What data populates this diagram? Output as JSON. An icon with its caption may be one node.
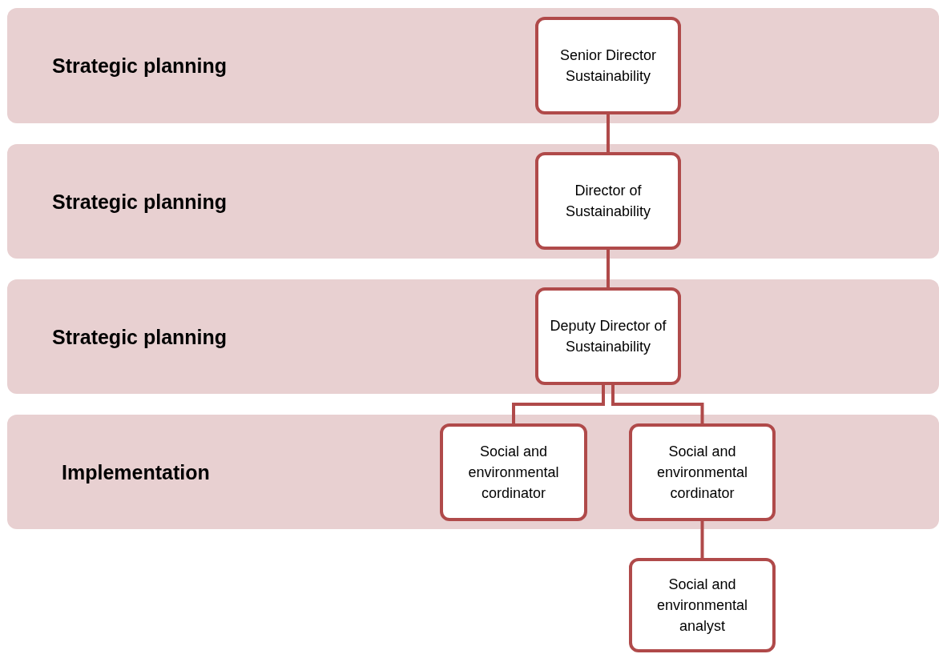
{
  "diagram": {
    "nodes": [
      {
        "text": [
          "Strategic planning"
        ]
      },
      {
        "text": [
          "Senior Director Sustainability"
        ],
        "in": 0
      },
      {
        "text": [
          "Strategic planning"
        ]
      },
      {
        "text": [
          "Director of Sustainability"
        ],
        "in": 2
      },
      {
        "text": [
          "Strategic planning"
        ]
      },
      {
        "text": [
          "Deputy Director of Sustainability"
        ],
        "in": 4
      },
      {
        "text": [
          "Implementation"
        ]
      },
      {
        "text": [
          "Social and environmental cordinator"
        ],
        "in": 6
      },
      {
        "text": [
          "Social and environmental cordinator"
        ],
        "in": 6
      },
      {
        "text": [
          "Social and environmental analyst"
        ]
      }
    ],
    "edges": [
      {
        "from": 1,
        "to": 3,
        "arrow": "none"
      },
      {
        "from": 3,
        "to": 5,
        "arrow": "none"
      },
      {
        "from": 5,
        "to": 7,
        "arrow": "none"
      },
      {
        "from": 5,
        "to": 8,
        "arrow": "none"
      },
      {
        "from": 8,
        "to": 9,
        "arrow": "none"
      }
    ]
  }
}
